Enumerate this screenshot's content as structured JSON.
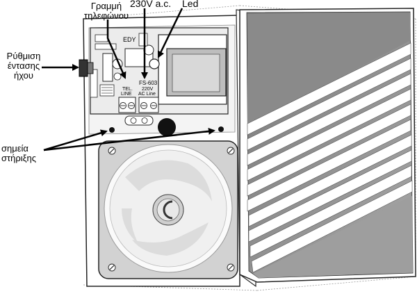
{
  "callouts": {
    "volume_line1": "Ρύθμιση",
    "volume_line2": "έντασης",
    "volume_line3": "ήχου",
    "phone_line1": "Γραμμή",
    "phone_line2": "τηλεφώνου",
    "power": "230V a.c.",
    "led": "Led",
    "mount_line1": "σημεία",
    "mount_line2": "στήριξης"
  },
  "board": {
    "brand": "EDY",
    "model": "FS-603",
    "tel_line1": "TEL.",
    "tel_line2": "LINE",
    "ac_line1": "220V",
    "ac_line2": "AC Line"
  }
}
